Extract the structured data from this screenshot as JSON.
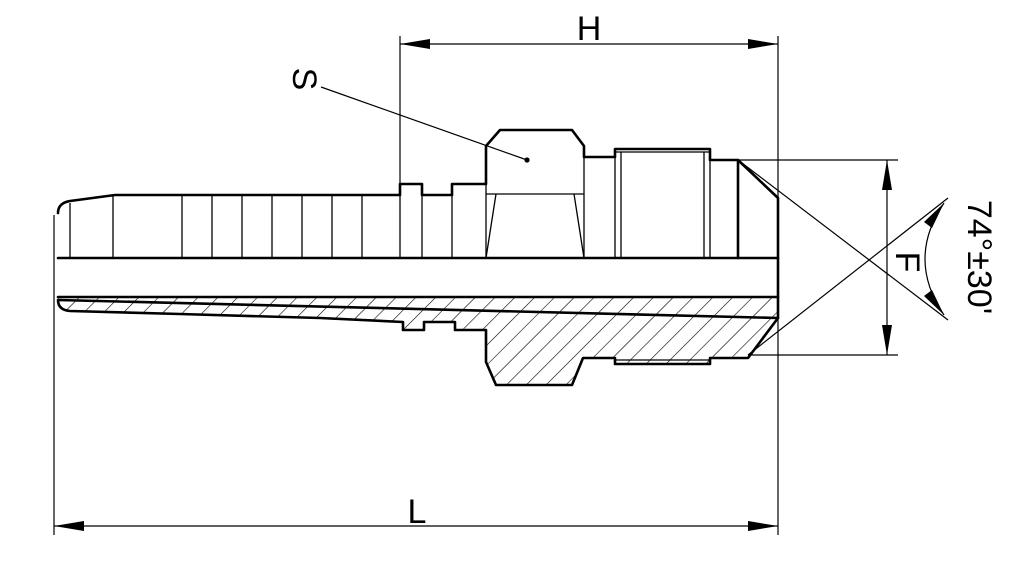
{
  "labels": {
    "h": "H",
    "s": "S",
    "f": "F",
    "l": "L",
    "angle": "74°±30'"
  }
}
